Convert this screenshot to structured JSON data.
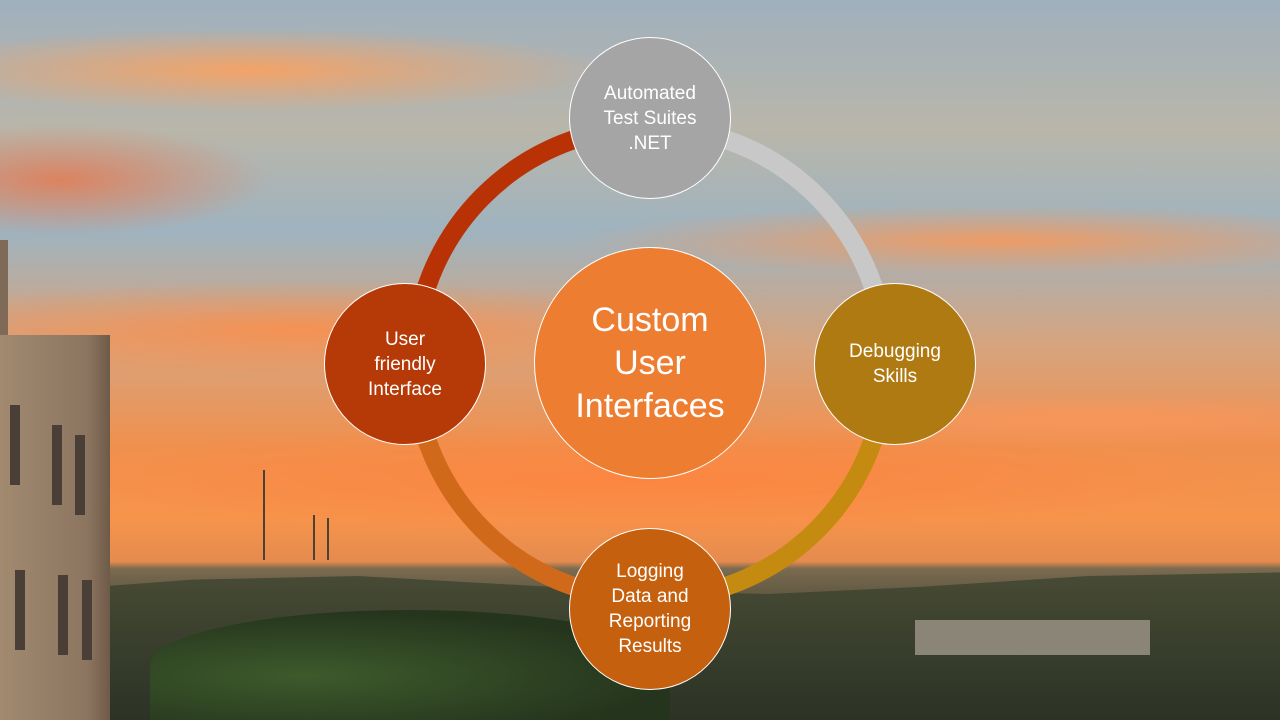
{
  "diagram": {
    "center": {
      "label": "Custom\nUser\nInterfaces",
      "color": "#ed7d31"
    },
    "nodes": [
      {
        "id": "top",
        "label": "Automated\nTest Suites\n.NET",
        "color": "#a5a5a5"
      },
      {
        "id": "right",
        "label": "Debugging\nSkills",
        "color": "#b07a12"
      },
      {
        "id": "bottom",
        "label": "Logging\nData and\nReporting\nResults",
        "color": "#c5600f"
      },
      {
        "id": "left",
        "label": "User\nfriendly\nInterface",
        "color": "#b63a07"
      }
    ],
    "ring_colors": {
      "top_right": "#c8c8c8",
      "right_bottom": "#c58a10",
      "bottom_left": "#d06a1a",
      "left_top": "#b83206"
    }
  }
}
